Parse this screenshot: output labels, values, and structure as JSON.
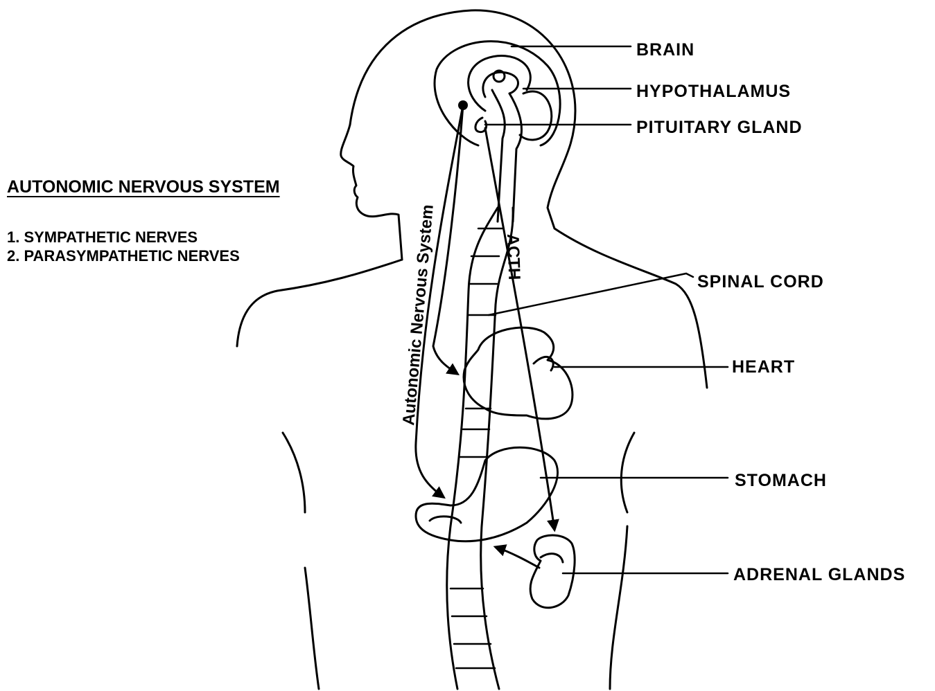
{
  "legend": {
    "title": "AUTONOMIC NERVOUS SYSTEM",
    "items": [
      "1. SYMPATHETIC NERVES",
      "2. PARASYMPATHETIC NERVES"
    ]
  },
  "labels": {
    "brain": "BRAIN",
    "hypothalamus": "HYPOTHALAMUS",
    "pituitary": "PITUITARY GLAND",
    "spinal_cord": "SPINAL CORD",
    "heart": "HEART",
    "stomach": "STOMACH",
    "adrenal": "ADRENAL GLANDS"
  },
  "pathways": {
    "autonomic": "Autonomic Nervous System",
    "acth": "ACTH"
  }
}
